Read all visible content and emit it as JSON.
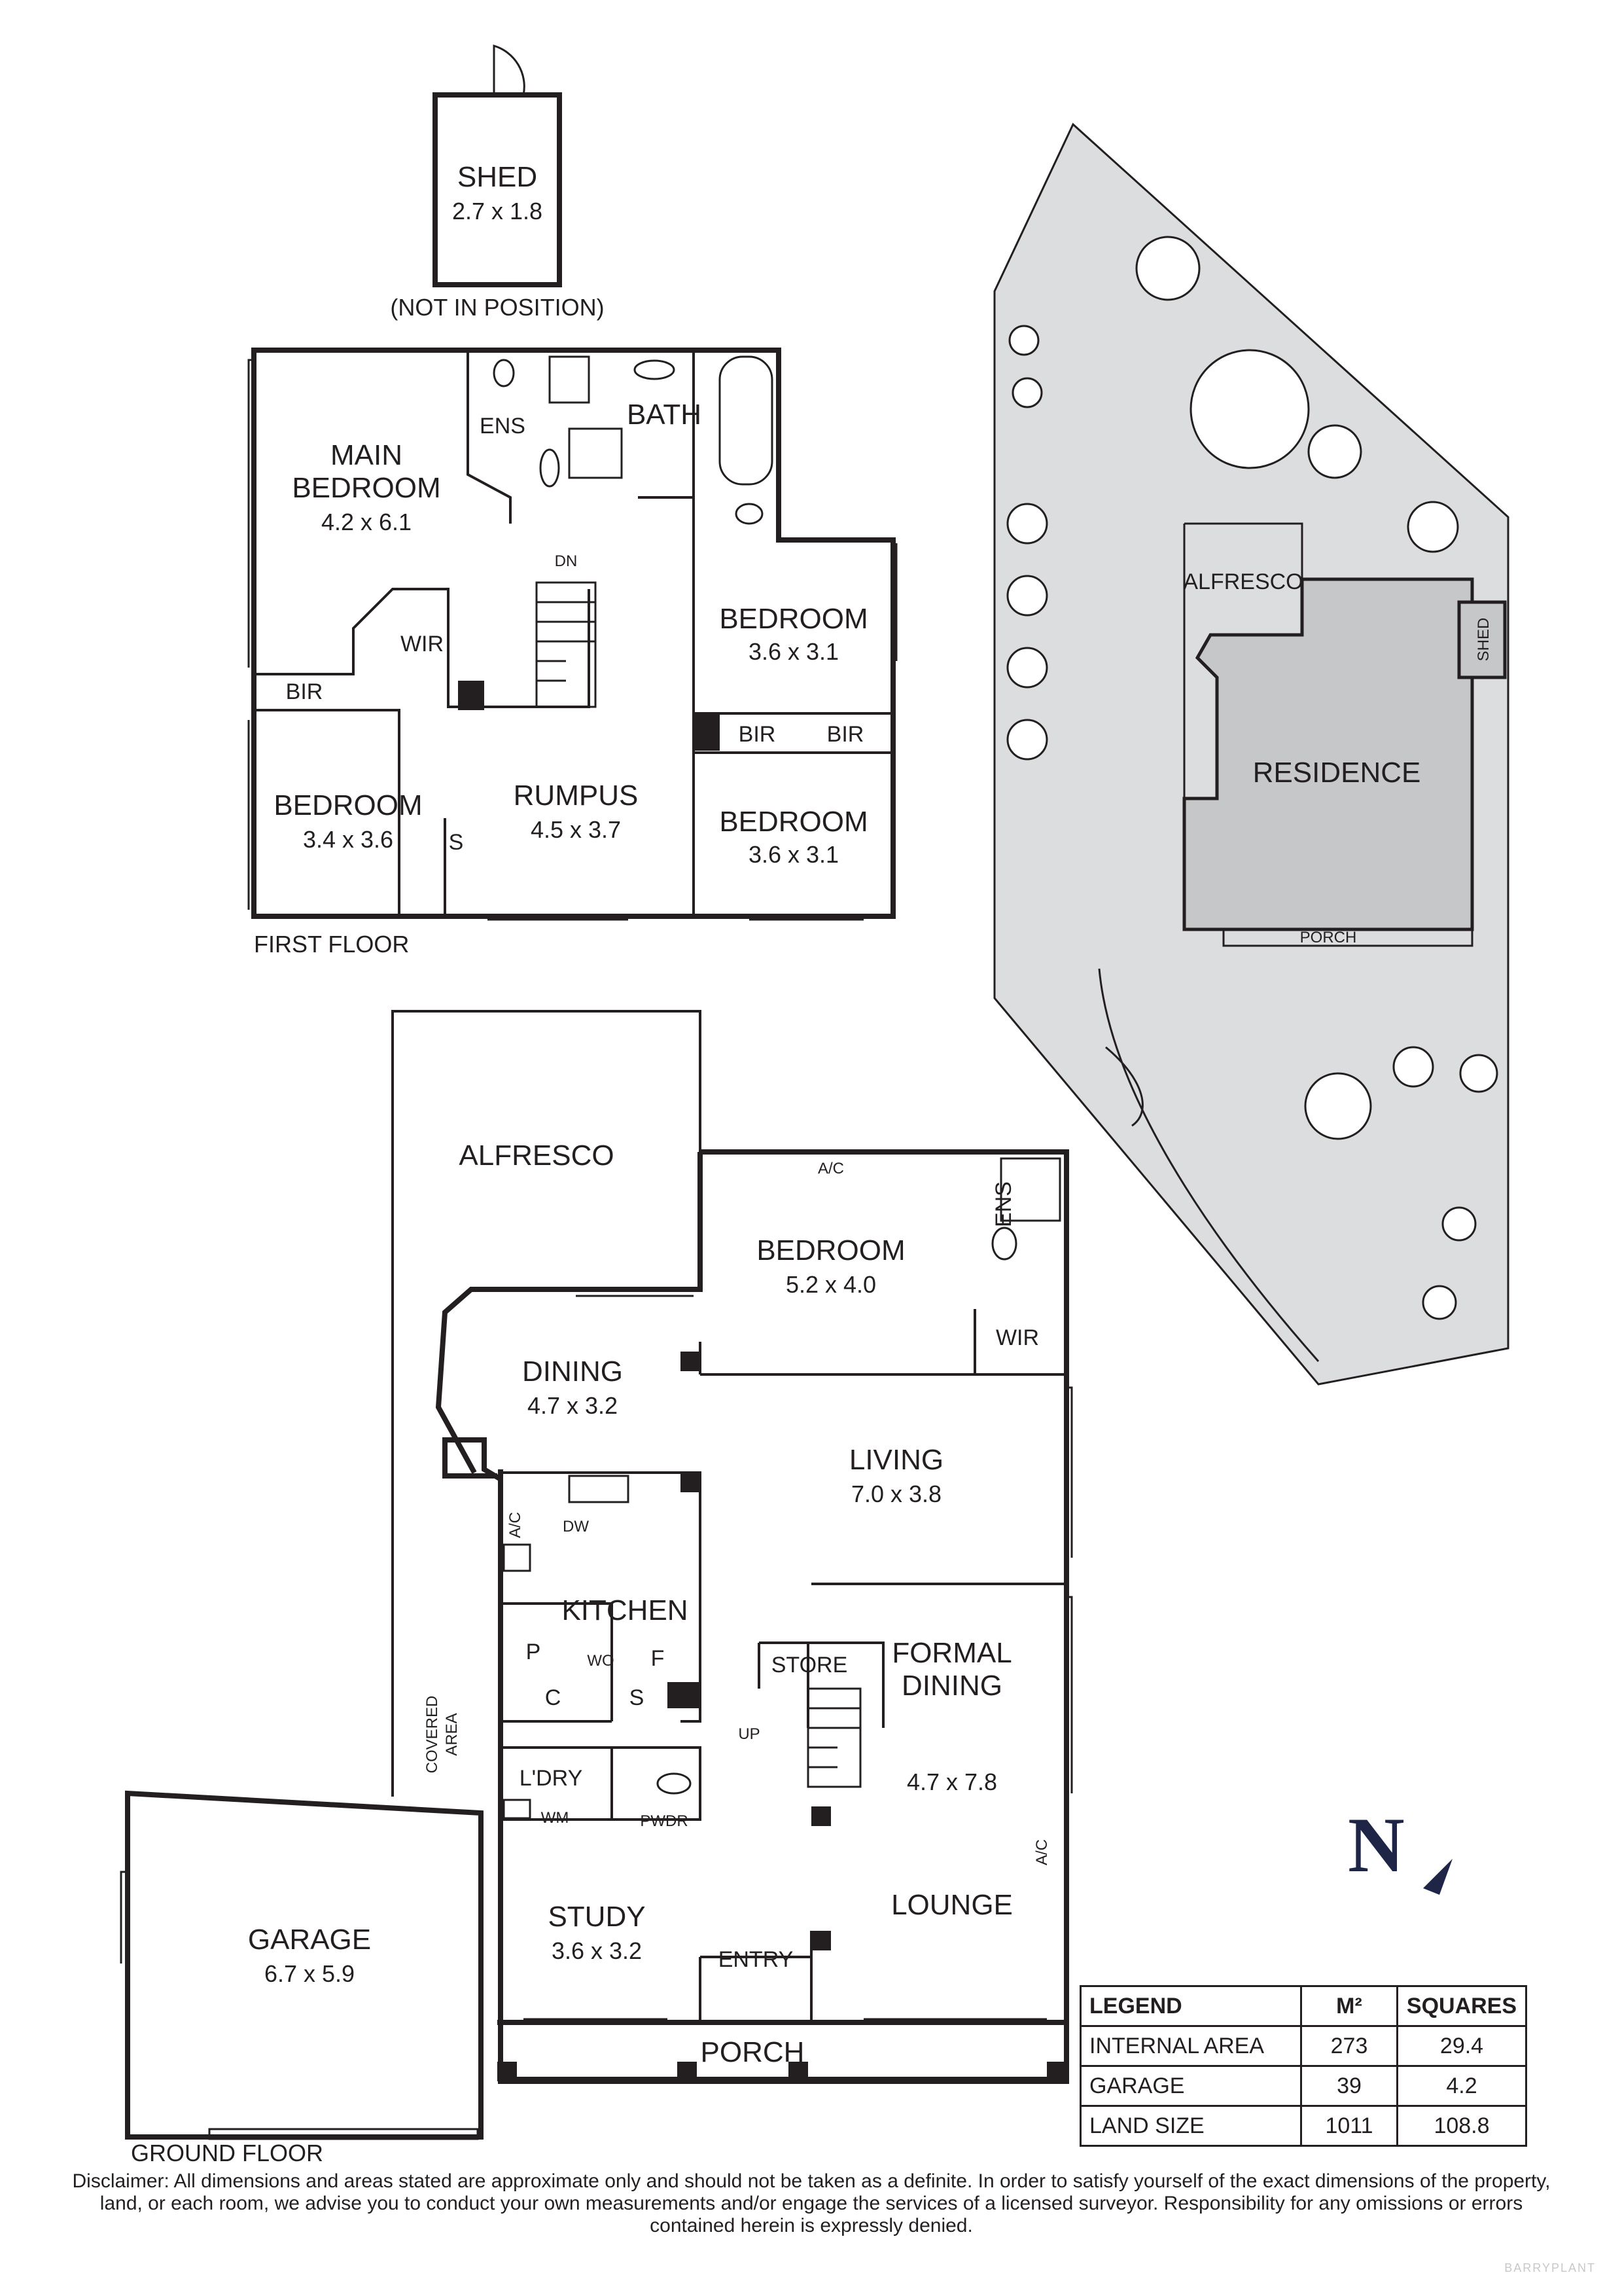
{
  "first_floor": {
    "label": "FIRST FLOOR",
    "rooms": {
      "shed": {
        "name": "SHED",
        "dim": "2.7 x 1.8"
      },
      "shed_note": "(NOT IN POSITION)",
      "main_bedroom": {
        "name": "MAIN BEDROOM",
        "name_line1": "MAIN",
        "name_line2": "BEDROOM",
        "dim": "4.2 x 6.1"
      },
      "ens": "ENS",
      "bath": "BATH",
      "dn": "DN",
      "wir": "WIR",
      "bir_left": "BIR",
      "bedroom_ne": {
        "name": "BEDROOM",
        "dim": "3.6 x 3.1"
      },
      "bir_a": "BIR",
      "bir_b": "BIR",
      "bedroom_w": {
        "name": "BEDROOM",
        "dim": "3.4 x 3.6"
      },
      "s": "S",
      "rumpus": {
        "name": "RUMPUS",
        "dim": "4.5 x 3.7"
      },
      "bedroom_se": {
        "name": "BEDROOM",
        "dim": "3.6 x 3.1"
      }
    }
  },
  "ground_floor": {
    "label": "GROUND FLOOR",
    "rooms": {
      "alfresco": "ALFRESCO",
      "bedroom": {
        "name": "BEDROOM",
        "dim": "5.2 x 4.0"
      },
      "ac1": "A/C",
      "ens": "ENS",
      "wir": "WIR",
      "dining": {
        "name": "DINING",
        "dim": "4.7 x 3.2"
      },
      "living": {
        "name": "LIVING",
        "dim": "7.0 x 3.8"
      },
      "ac2": "A/C",
      "dw": "DW",
      "kitchen": "KITCHEN",
      "p": "P",
      "wo": "WO",
      "f": "F",
      "c": "C",
      "s": "S",
      "store": "STORE",
      "formal_dining": {
        "name_line1": "FORMAL",
        "name_line2": "DINING",
        "dim": "4.7 x 7.8"
      },
      "up": "UP",
      "covered_area": {
        "line1": "COVERED",
        "line2": "AREA"
      },
      "ldry": "L'DRY",
      "wm": "WM",
      "pwdr": "PWDR",
      "ac3": "A/C",
      "lounge": "LOUNGE",
      "garage": {
        "name": "GARAGE",
        "dim": "6.7 x 5.9"
      },
      "study": {
        "name": "STUDY",
        "dim": "3.6 x 3.2"
      },
      "entry": "ENTRY",
      "porch": "PORCH"
    }
  },
  "site_plan": {
    "alfresco": "ALFRESCO",
    "residence": "RESIDENCE",
    "shed": "SHED",
    "porch": "PORCH"
  },
  "compass": {
    "letter": "N"
  },
  "legend": {
    "headers": [
      "LEGEND",
      "M²",
      "SQUARES"
    ],
    "rows": [
      {
        "label": "INTERNAL AREA",
        "m2": "273",
        "squares": "29.4"
      },
      {
        "label": "GARAGE",
        "m2": "39",
        "squares": "4.2"
      },
      {
        "label": "LAND SIZE",
        "m2": "1011",
        "squares": "108.8"
      }
    ]
  },
  "disclaimer": "Disclaimer: All dimensions and areas stated are approximate only and should not be taken as a definite. In order to satisfy yourself of the exact dimensions of the property, land, or each room, we advise you to conduct your own measurements and/or engage the services of a licensed surveyor. Responsibility for any omissions or errors contained herein is expressly denied.",
  "credit": "BARRYPLANT",
  "colors": {
    "line": "#231f20",
    "site": "#dcddde",
    "residence": "#c6c7c8",
    "compass": "#1e2546"
  }
}
